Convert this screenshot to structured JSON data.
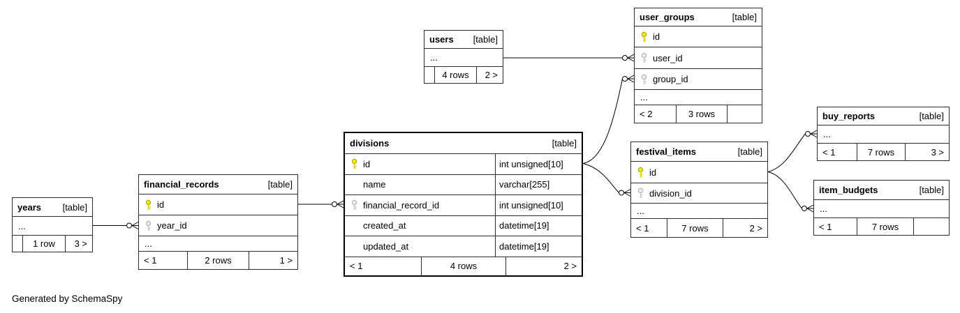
{
  "generated_by": "Generated by SchemaSpy",
  "badge_label": "[table]",
  "colors": {
    "primary_key": "#f2ec0e",
    "foreign_key": "#ededed",
    "border": "#2b2b2b",
    "edge": "#000000"
  },
  "tables": {
    "users": {
      "name": "users",
      "badge": "[table]",
      "rows": [
        {
          "name": "..."
        }
      ],
      "footer": [
        "",
        "4 rows",
        "2 >"
      ]
    },
    "user_groups": {
      "name": "user_groups",
      "badge": "[table]",
      "rows": [
        {
          "name": "id",
          "key": "primary"
        },
        {
          "name": "user_id",
          "key": "foreign"
        },
        {
          "name": "group_id",
          "key": "foreign"
        },
        {
          "name": "..."
        }
      ],
      "footer": [
        "< 2",
        "3 rows",
        ""
      ]
    },
    "buy_reports": {
      "name": "buy_reports",
      "badge": "[table]",
      "rows": [
        {
          "name": "..."
        }
      ],
      "footer": [
        "< 1",
        "7 rows",
        "3 >"
      ]
    },
    "festival_items": {
      "name": "festival_items",
      "badge": "[table]",
      "rows": [
        {
          "name": "id",
          "key": "primary"
        },
        {
          "name": "division_id",
          "key": "foreign"
        },
        {
          "name": "..."
        }
      ],
      "footer": [
        "< 1",
        "7 rows",
        "2 >"
      ]
    },
    "item_budgets": {
      "name": "item_budgets",
      "badge": "[table]",
      "rows": [
        {
          "name": "..."
        }
      ],
      "footer": [
        "< 1",
        "7 rows",
        ""
      ]
    },
    "divisions": {
      "name": "divisions",
      "badge": "[table]",
      "rows": [
        {
          "name": "id",
          "key": "primary",
          "type": "int unsigned[10]"
        },
        {
          "name": "name",
          "type": "varchar[255]"
        },
        {
          "name": "financial_record_id",
          "key": "foreign",
          "type": "int unsigned[10]"
        },
        {
          "name": "created_at",
          "type": "datetime[19]"
        },
        {
          "name": "updated_at",
          "type": "datetime[19]"
        }
      ],
      "footer": [
        "< 1",
        "4 rows",
        "2 >"
      ]
    },
    "financial_records": {
      "name": "financial_records",
      "badge": "[table]",
      "rows": [
        {
          "name": "id",
          "key": "primary"
        },
        {
          "name": "year_id",
          "key": "foreign"
        },
        {
          "name": "..."
        }
      ],
      "footer": [
        "< 1",
        "2 rows",
        "1 >"
      ]
    },
    "years": {
      "name": "years",
      "badge": "[table]",
      "rows": [
        {
          "name": "..."
        }
      ],
      "footer": [
        "",
        "1 row",
        "3 >"
      ]
    }
  },
  "relationships": [
    {
      "from": "users",
      "to": "user_groups.user_id"
    },
    {
      "from": "divisions.id",
      "to": "user_groups.group_id"
    },
    {
      "from": "divisions.id",
      "to": "festival_items.division_id"
    },
    {
      "from": "financial_records.id",
      "to": "divisions.financial_record_id"
    },
    {
      "from": "years",
      "to": "financial_records.year_id"
    },
    {
      "from": "festival_items.id",
      "to": "buy_reports"
    },
    {
      "from": "festival_items.id",
      "to": "item_budgets"
    }
  ]
}
